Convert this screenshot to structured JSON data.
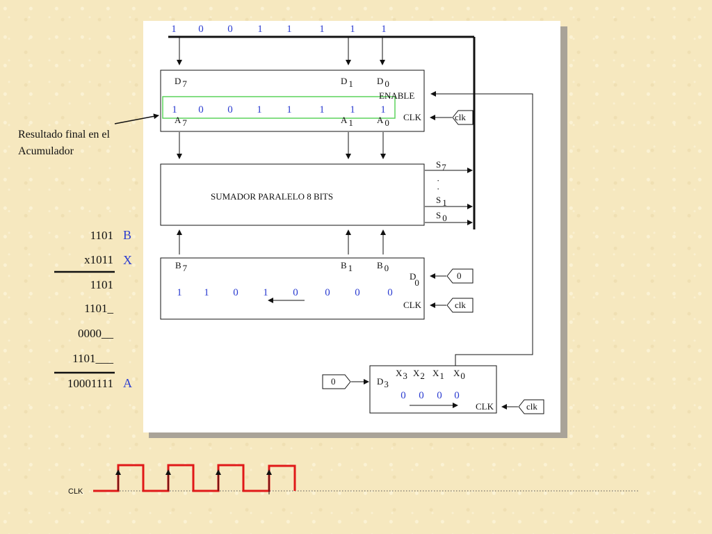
{
  "top_bits": [
    "1",
    "0",
    "0",
    "1",
    "1",
    "1",
    "1",
    "1"
  ],
  "accumulator": {
    "d_msb": "D",
    "d_msb_sub": "7",
    "d1": "D",
    "d1_sub": "1",
    "d0": "D",
    "d0_sub": "0",
    "enable": "ENABLE",
    "bits": [
      "1",
      "0",
      "0",
      "1",
      "1",
      "1",
      "1",
      "1"
    ],
    "clk": "CLK",
    "a_msb": "A",
    "a_msb_sub": "7",
    "a1": "A",
    "a1_sub": "1",
    "a0": "A",
    "a0_sub": "0"
  },
  "clk_tag": "clk",
  "note": [
    "Resultado final en el",
    "Acumulador"
  ],
  "adder": {
    "label": "SUMADOR PARALELO 8 BITS",
    "s7": "S",
    "s7_sub": "7",
    "dots": [
      "·",
      "·"
    ],
    "s1": "S",
    "s1_sub": "1",
    "s0": "S",
    "s0_sub": "0"
  },
  "b_register": {
    "b_msb": "B",
    "b_msb_sub": "7",
    "b1": "B",
    "b1_sub": "1",
    "b0": "B",
    "b0_sub": "0",
    "d0": "D",
    "d0_sub": "0",
    "bits": [
      "1",
      "1",
      "0",
      "1",
      "0",
      "0",
      "0",
      "0"
    ],
    "clk": "CLK"
  },
  "zero_input": "0",
  "x_register": {
    "x3": "X",
    "x3_sub": "3",
    "x2": "X",
    "x2_sub": "2",
    "x1": "X",
    "x1_sub": "1",
    "x0": "X",
    "x0_sub": "0",
    "d3": "D",
    "d3_sub": "3",
    "bits": [
      "0",
      "0",
      "0",
      "0"
    ],
    "clk": "CLK"
  },
  "multiplication": {
    "rows": [
      "1101",
      "x1011",
      "1101",
      "1101_",
      "0000__",
      "1101___",
      "10001111"
    ],
    "labels": [
      "B",
      "X",
      "A"
    ]
  },
  "timing": {
    "label": "CLK",
    "pulses": 4
  },
  "colors": {
    "blue": "#2a3bd0",
    "highlight": "#5cd35c",
    "clock": "#e01818"
  }
}
